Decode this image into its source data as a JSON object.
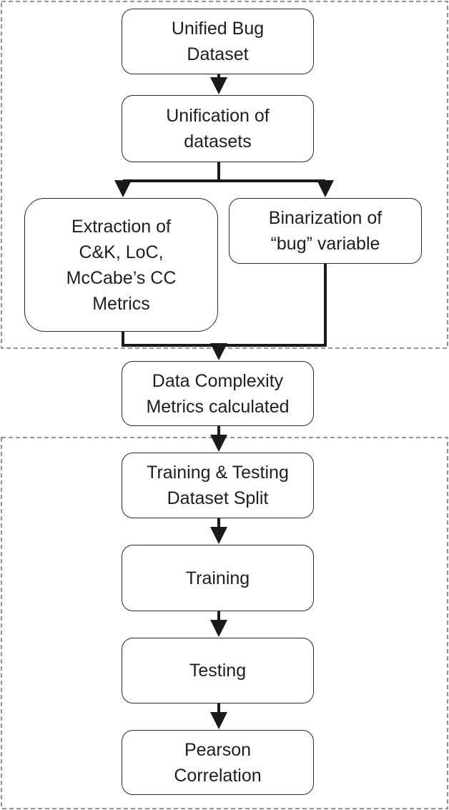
{
  "nodes": {
    "unified_bug_dataset": "Unified Bug\nDataset",
    "unification": "Unification of\ndatasets",
    "extraction": "Extraction of\nC&K, LoC,\nMcCabe’s CC\nMetrics",
    "binarization": "Binarization of\n“bug” variable",
    "data_complexity": "Data Complexity\nMetrics calculated",
    "split": "Training & Testing\nDataset Split",
    "training": "Training",
    "testing": "Testing",
    "pearson": "Pearson\nCorrelation"
  },
  "colors": {
    "line": "#1a1a1a",
    "dashed_border": "#555555"
  }
}
